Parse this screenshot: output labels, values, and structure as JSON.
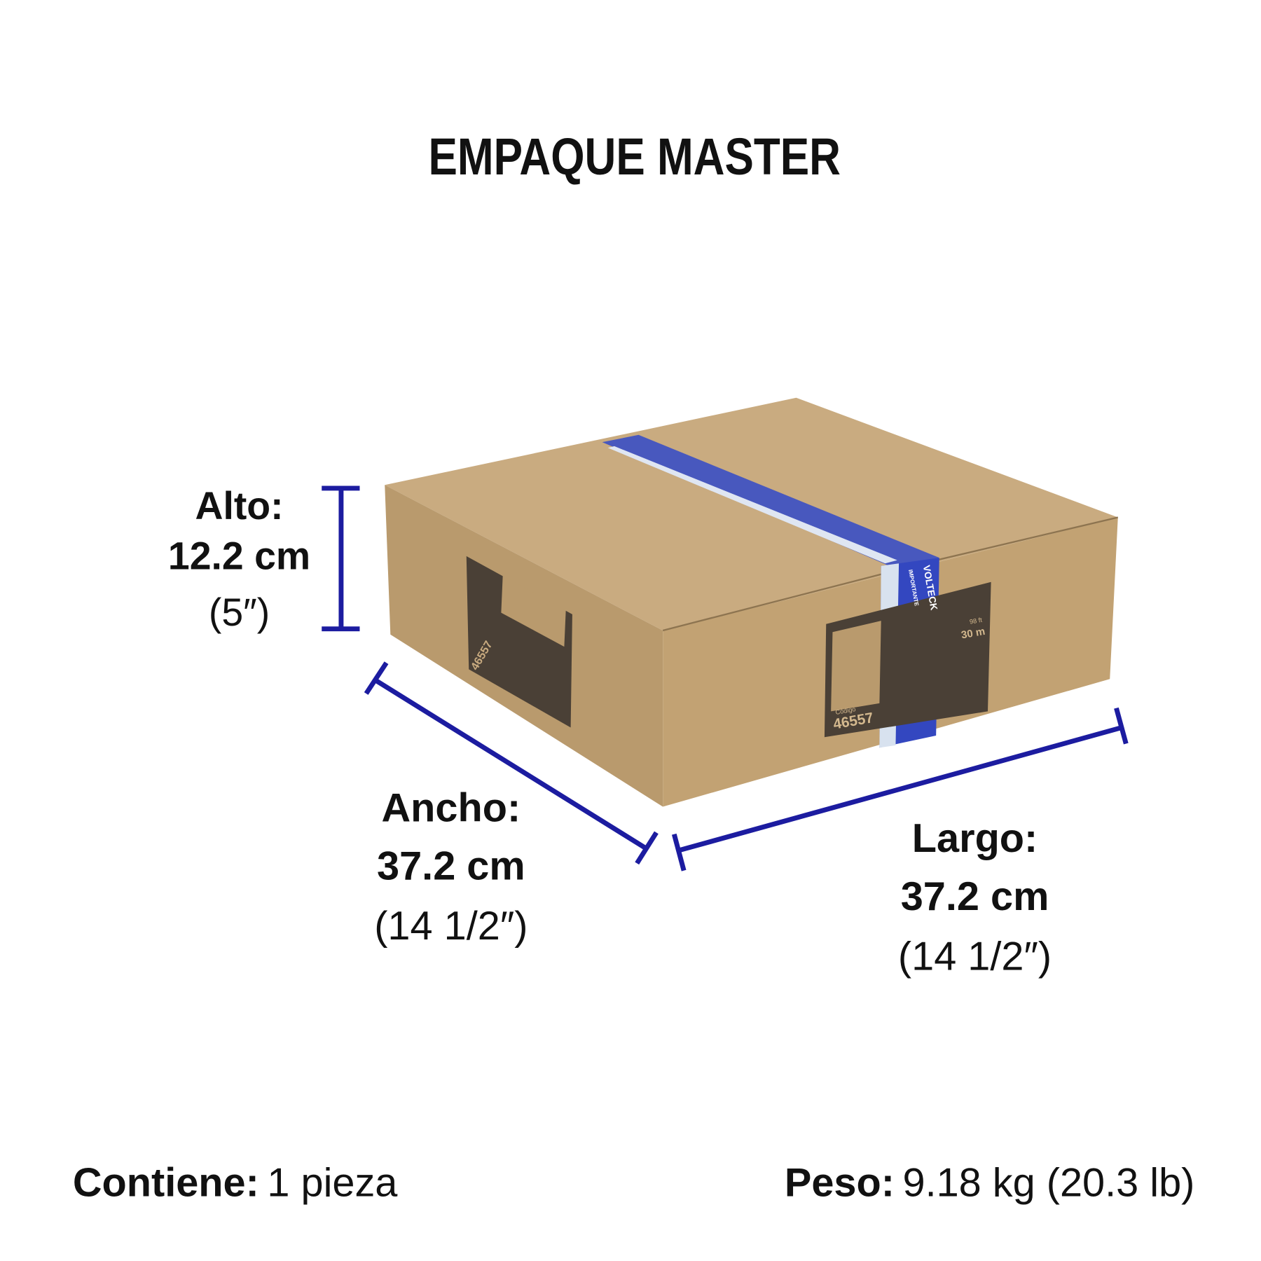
{
  "title": "EMPAQUE MASTER",
  "dimensions": {
    "alto": {
      "label": "Alto:",
      "metric": "12.2 cm",
      "imperial": "(5″)"
    },
    "ancho": {
      "label": "Ancho:",
      "metric": "37.2 cm",
      "imperial": "(14 1/2″)"
    },
    "largo": {
      "label": "Largo:",
      "metric": "37.2 cm",
      "imperial": "(14 1/2″)"
    }
  },
  "footer": {
    "contents_label": "Contiene:",
    "contents_value": "1 pieza",
    "weight_label": "Peso:",
    "weight_value": "9.18 kg (20.3 lb)"
  },
  "box_print": {
    "brand": "VOLTECK",
    "code_label": "Código",
    "code": "46557",
    "length_ft": "98 ft",
    "length_m": "30 m",
    "tape_text": "IMPORTANTE"
  },
  "colors": {
    "dimension_line": "#1c1ca0",
    "cardboard": "#c4a57a",
    "tape": "#3a4fc4"
  }
}
